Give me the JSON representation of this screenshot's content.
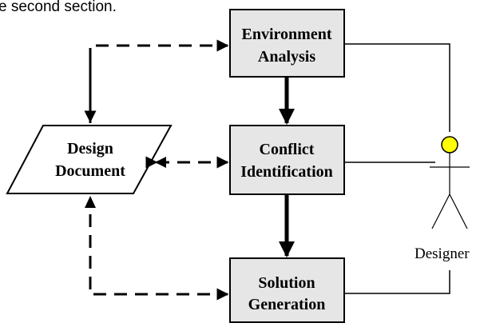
{
  "caption_fragment": "e second section.",
  "nodes": {
    "environment_analysis": {
      "line1": "Environment",
      "line2": "Analysis"
    },
    "conflict_identification": {
      "line1": "Conflict",
      "line2": "Identification"
    },
    "solution_generation": {
      "line1": "Solution",
      "line2": "Generation"
    },
    "design_document": {
      "line1": "Design",
      "line2": "Document"
    }
  },
  "actor": {
    "label": "Designer"
  },
  "colors": {
    "process_fill": "#e6e6e6",
    "document_fill": "#ffffff",
    "actor_head": "#ffff00",
    "stroke": "#000000"
  },
  "flows": [
    {
      "from": "Environment Analysis",
      "to": "Conflict Identification",
      "style": "solid"
    },
    {
      "from": "Conflict Identification",
      "to": "Solution Generation",
      "style": "solid"
    },
    {
      "from": "Design Document",
      "to": "Environment Analysis",
      "style": "dashed"
    },
    {
      "from": "Environment Analysis",
      "to": "Design Document",
      "style": "dashed"
    },
    {
      "from": "Design Document",
      "to": "Conflict Identification",
      "style": "dashed-bidirectional"
    },
    {
      "from": "Design Document",
      "to": "Solution Generation",
      "style": "dashed"
    },
    {
      "from": "Solution Generation",
      "to": "Design Document",
      "style": "dashed"
    }
  ]
}
